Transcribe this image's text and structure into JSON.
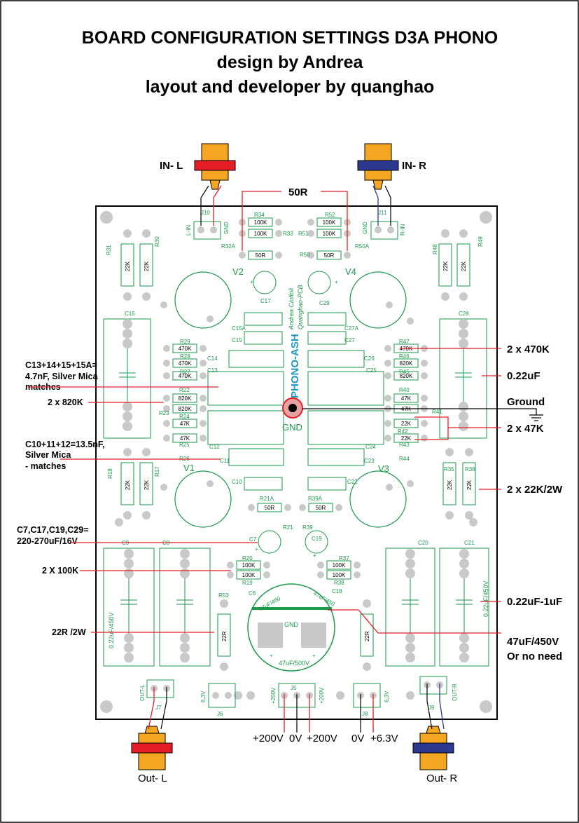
{
  "title": {
    "line1": "BOARD CONFIGURATION SETTINGS D3A PHONO",
    "line2": "design by Andrea",
    "line3": "layout and developer by quanghao"
  },
  "inputs": {
    "left": "IN- L",
    "right": "IN- R",
    "shared_value": "50R"
  },
  "outputs": {
    "left": "Out- L",
    "right": "Out- R"
  },
  "power_labels": [
    "+200V",
    "0V",
    "+200V",
    "0V",
    "+6.3V"
  ],
  "notes_left": {
    "c13": [
      "C13+14+15+15A=",
      "4.7nF, Silver Mica",
      "matches"
    ],
    "r820": "2 x 820K",
    "c10": [
      "C10+11+12=13.5nF,",
      "Silver Mica",
      "- matches"
    ],
    "c7": [
      "C7,C17,C19,C29=",
      "220-270uF/16V"
    ],
    "r100": "2 X 100K",
    "r22": "22R /2W"
  },
  "notes_right": {
    "r470": "2 x 470K",
    "c022": "0.22uF",
    "ground": "Ground",
    "r47": "2 x 47K",
    "r22k": "2 x 22K/2W",
    "c022_1": "0.22uF-1uF",
    "c47": [
      "47uF/450V",
      "Or no need"
    ]
  },
  "board": {
    "name": "PHONO-ASH",
    "credit1": "Andrea Ciuffoli",
    "credit2": "Quanghao-PCB",
    "gnd": "GND",
    "tubes": [
      "V2",
      "V4",
      "V1",
      "V3"
    ],
    "connectors": [
      "J10",
      "J11",
      "J7",
      "J6",
      "J5",
      "J8",
      "J9"
    ],
    "conn_pins": [
      "L-IN",
      "GND",
      "GND",
      "R-IN",
      "OUT-L",
      "6.3V",
      "+200V",
      "+200V",
      "6.3V",
      "OUT-R"
    ],
    "resistor_values": [
      "100K",
      "100K",
      "50R",
      "100K",
      "100K",
      "50R",
      "22K",
      "22K",
      "22K",
      "22K",
      "470K",
      "470K",
      "470K",
      "470K",
      "820K",
      "820K",
      "820K",
      "820K",
      "47K",
      "47K",
      "47K",
      "47K",
      "22K",
      "22K",
      "22K",
      "22K",
      "50R",
      "50R",
      "100K",
      "100K",
      "100K",
      "100K",
      "22R",
      "22R"
    ],
    "resistor_refs": [
      "R34",
      "R33",
      "R32A",
      "R52",
      "R51",
      "R50A",
      "R50",
      "R31",
      "R30",
      "R48",
      "R49",
      "R29",
      "R28",
      "R27",
      "R47",
      "R46",
      "R45",
      "R22",
      "R23",
      "R40",
      "R41",
      "R24",
      "R25",
      "R26",
      "R42",
      "R43",
      "R44",
      "R18",
      "R17",
      "R35",
      "R36",
      "R21A",
      "R21",
      "R39A",
      "R39",
      "R20",
      "R19",
      "R37",
      "R38",
      "R53"
    ],
    "cap_refs": [
      "C17",
      "C29",
      "C16",
      "C28",
      "C15A",
      "C27A",
      "C15",
      "C27",
      "C14",
      "C26",
      "C13",
      "C25",
      "C12",
      "C24",
      "C11",
      "C23",
      "C10",
      "C22",
      "C9",
      "C8",
      "C20",
      "C21",
      "C7",
      "C19",
      "C6",
      "C18"
    ],
    "cap_values": [
      "0.22uF/450V",
      "0.22uF/450V",
      "47uF/500V",
      "47uF/450",
      "47uF/450"
    ],
    "cap_polarity": [
      "+",
      "+",
      "+",
      "+",
      "+",
      "+"
    ]
  }
}
